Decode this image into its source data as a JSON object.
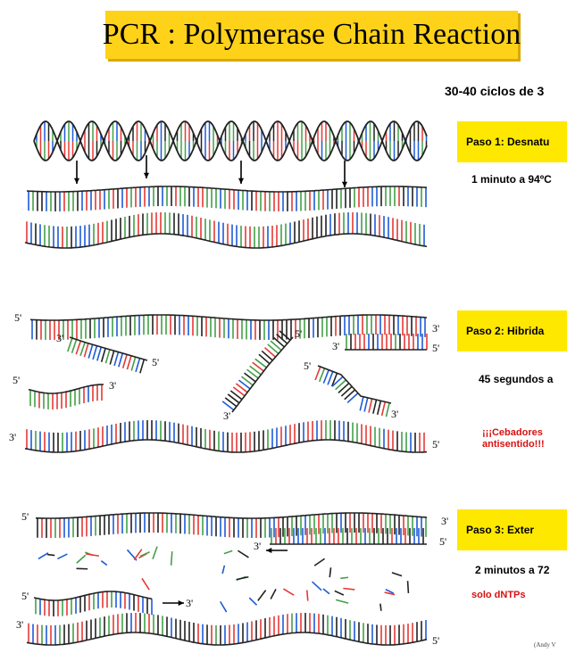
{
  "title": "PCR : Polymerase Chain Reaction",
  "cycles_text": "30-40 ciclos de 3",
  "step1": {
    "label": "Paso 1: Desnatu",
    "detail": "1 minuto a 94ºC"
  },
  "step2": {
    "label": "Paso 2: Hibrida",
    "detail": "45 segundos a",
    "note_line1": "¡¡¡Cebadores",
    "note_line2": "antisentido!!!"
  },
  "step3": {
    "label": "Paso 3: Exter",
    "detail": "2 minutos a 72",
    "note": "solo dNTPs"
  },
  "strand_labels": {
    "five_prime": "5'",
    "three_prime": "3'"
  },
  "credit": "(Andy V",
  "colors": {
    "title_bg": "#ffd21a",
    "step_bg": "#ffe800",
    "note_red": "#d81010",
    "base_red": "#e53935",
    "base_green": "#43a047",
    "base_blue": "#1e5bd8",
    "base_black": "#222222"
  }
}
